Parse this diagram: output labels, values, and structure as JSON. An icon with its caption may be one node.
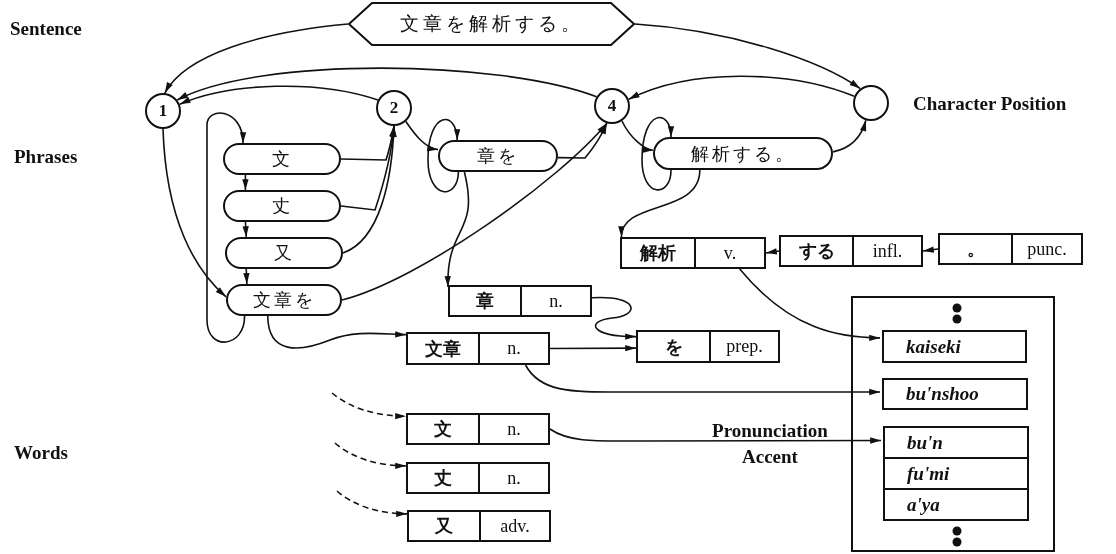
{
  "diagram": {
    "nodes": [
      {
        "text": [
          "文章を解析する。"
        ]
      },
      {
        "text": [
          "1"
        ]
      },
      {
        "text": [
          "2"
        ]
      },
      {
        "text": [
          "4"
        ]
      },
      {
        "text": [],
        "shape": "circle"
      },
      {
        "text": [
          "文"
        ]
      },
      {
        "text": [
          "丈"
        ]
      },
      {
        "text": [
          "又"
        ]
      },
      {
        "text": [
          "文章を"
        ]
      },
      {
        "text": [
          "章を"
        ]
      },
      {
        "text": [
          "解析する。"
        ]
      },
      {
        "text": [
          "解析",
          "v."
        ]
      },
      {
        "text": [
          "する",
          "infl."
        ]
      },
      {
        "text": [
          "。",
          "punc."
        ]
      },
      {
        "text": [
          "章",
          "n."
        ]
      },
      {
        "text": [
          "文章",
          "n."
        ]
      },
      {
        "text": [
          "を",
          "prep."
        ]
      },
      {
        "text": [
          "文",
          "n."
        ]
      },
      {
        "text": [
          "丈",
          "n."
        ]
      },
      {
        "text": [
          "又",
          "adv."
        ]
      },
      {
        "text": [],
        "shape": "box"
      },
      {
        "text": [
          "kaiseki"
        ],
        "in": 20
      },
      {
        "text": [
          "bu'nshoo"
        ],
        "in": 20
      },
      {
        "text": [
          "bu'n"
        ],
        "in": 20
      },
      {
        "text": [
          "fu'mi"
        ],
        "in": 20
      },
      {
        "text": [
          "a'ya"
        ],
        "in": 20
      }
    ],
    "edges": [
      {
        "from": 0,
        "to": 1,
        "arrow": "to"
      },
      {
        "from": 0,
        "to": 4,
        "arrow": "to"
      },
      {
        "from": 2,
        "to": 1,
        "arrow": "to"
      },
      {
        "from": 3,
        "to": 1,
        "arrow": "to"
      },
      {
        "from": 4,
        "to": 3,
        "arrow": "to"
      },
      {
        "from": 1,
        "to": 8,
        "arrow": "to"
      },
      {
        "from": 8,
        "to": 5,
        "arrow": "to"
      },
      {
        "from": 5,
        "to": 6,
        "arrow": "to"
      },
      {
        "from": 6,
        "to": 7,
        "arrow": "to"
      },
      {
        "from": 7,
        "to": 8,
        "arrow": "to"
      },
      {
        "from": 5,
        "to": 2,
        "arrow": "to"
      },
      {
        "from": 6,
        "to": 2,
        "arrow": "to"
      },
      {
        "from": 7,
        "to": 2,
        "arrow": "to"
      },
      {
        "from": 8,
        "to": 3,
        "arrow": "to"
      },
      {
        "from": 9,
        "to": 3,
        "arrow": "to"
      },
      {
        "from": 2,
        "to": 9,
        "arrow": "to"
      },
      {
        "from": 9,
        "to": 9,
        "arrow": "to"
      },
      {
        "from": 3,
        "to": 10,
        "arrow": "to"
      },
      {
        "from": 10,
        "to": 10,
        "arrow": "to"
      },
      {
        "from": 10,
        "to": 4,
        "arrow": "to"
      },
      {
        "from": 10,
        "to": 11,
        "arrow": "to"
      },
      {
        "from": 12,
        "to": 11,
        "arrow": "to"
      },
      {
        "from": 13,
        "to": 12,
        "arrow": "to"
      },
      {
        "from": 9,
        "to": 14,
        "arrow": "to"
      },
      {
        "from": 8,
        "to": 15,
        "arrow": "to"
      },
      {
        "from": 14,
        "to": 16,
        "arrow": "to"
      },
      {
        "from": 15,
        "to": 16,
        "arrow": "to"
      },
      {
        "from": 15,
        "to": 22,
        "arrow": "to"
      },
      {
        "from": 11,
        "to": 21,
        "arrow": "to"
      },
      {
        "from": 17,
        "to": 23,
        "arrow": "to"
      },
      {
        "from": null,
        "to": 17,
        "arrow": "to",
        "style": "dashed"
      },
      {
        "from": null,
        "to": 18,
        "arrow": "to",
        "style": "dashed"
      },
      {
        "from": null,
        "to": 19,
        "arrow": "to",
        "style": "dashed"
      }
    ],
    "labels": [
      "Sentence",
      "Phrases",
      "Character Position",
      "Words",
      "Pronunciation Accent"
    ]
  }
}
